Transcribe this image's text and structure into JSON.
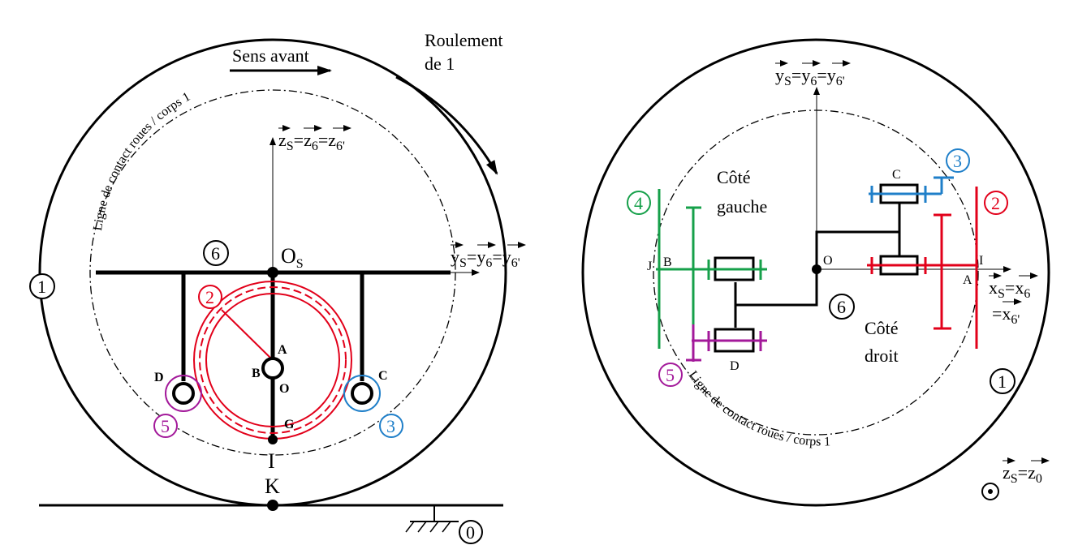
{
  "colors": {
    "ink": "#000000",
    "part2": "#e2001a",
    "part3": "#1f7fc9",
    "part4": "#16a04a",
    "part5": "#a3199a"
  },
  "left": {
    "sens_avant": "Sens avant",
    "roulement_line1": "Roulement",
    "roulement_line2": "de 1",
    "contact_line": "Ligne de contact roues / corps 1",
    "axis_z": {
      "t1": "z",
      "s1": "S",
      "t2": "=z",
      "s2": "6",
      "t3": "=z",
      "s3": "6'"
    },
    "axis_y": {
      "t1": "y",
      "s1": "S",
      "t2": "=y",
      "s2": "6",
      "t3": "=y",
      "s3": "6'"
    },
    "point_Os": "O",
    "point_Os_sub": "S",
    "pt_A": "A",
    "pt_B": "B",
    "pt_O": "O",
    "pt_G": "G",
    "pt_I": "I",
    "pt_K": "K",
    "pt_C": "C",
    "pt_D": "D",
    "part_1": "1",
    "part_2": "2",
    "part_3": "3",
    "part_5": "5",
    "part_6": "6",
    "part_0": "0"
  },
  "right": {
    "axis_y": {
      "t1": "y",
      "s1": "S",
      "t2": "=y",
      "s2": "6",
      "t3": "=y",
      "s3": "6'"
    },
    "axis_x": {
      "t1": "x",
      "s1": "S",
      "t2": "=x",
      "s2": "6",
      "t3": "=x",
      "s3": "6'"
    },
    "axis_z": {
      "t1": "z",
      "s1": "S",
      "t2": "=z",
      "s2": "0"
    },
    "cote_gauche_1": "Côté",
    "cote_gauche_2": "gauche",
    "cote_droit_1": "Côté",
    "cote_droit_2": "droit",
    "contact_line": "Ligne de contact roues / corps 1",
    "pt_C": "C",
    "pt_D": "D",
    "pt_O": "O",
    "pt_I": "I",
    "pt_A": "A",
    "pt_J": "J",
    "pt_B": "B",
    "part_1": "1",
    "part_2": "2",
    "part_3": "3",
    "part_4": "4",
    "part_5": "5",
    "part_6": "6"
  }
}
